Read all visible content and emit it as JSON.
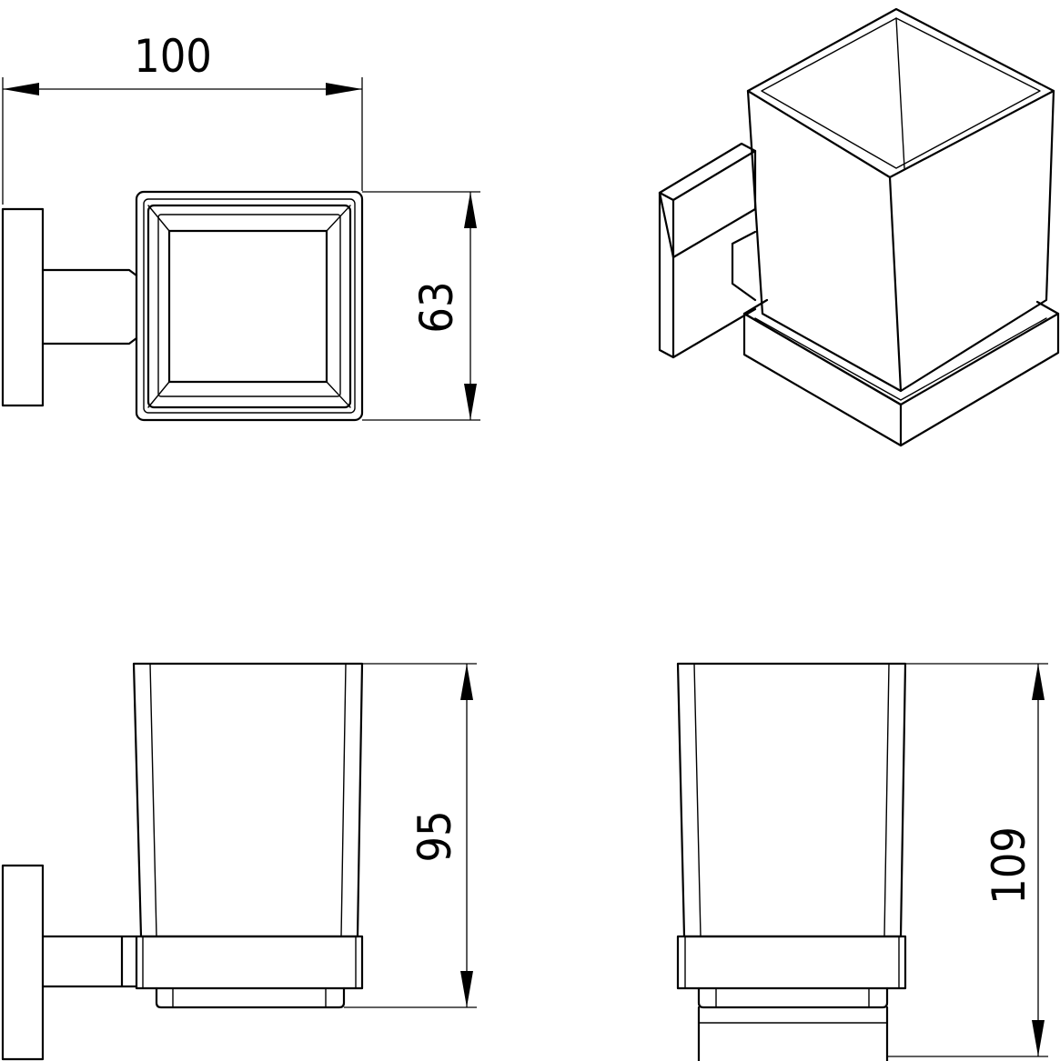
{
  "dimensions": {
    "top_width": "100",
    "top_depth": "63",
    "front_height": "95",
    "side_height": "109"
  }
}
